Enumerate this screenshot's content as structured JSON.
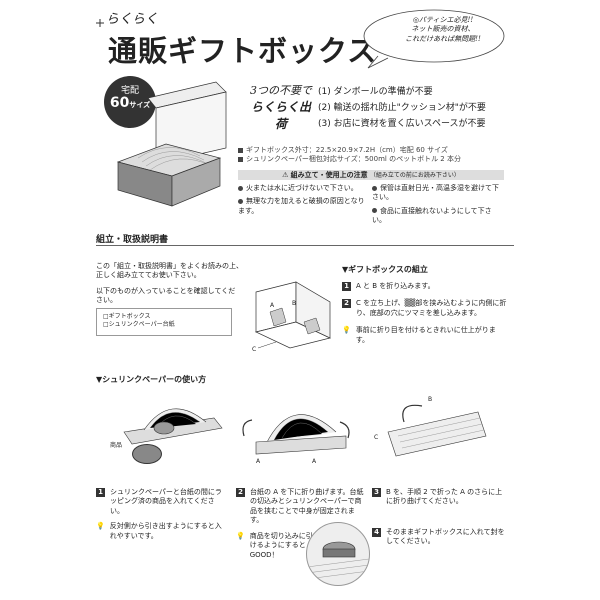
{
  "header": {
    "subtitle": "らくらく",
    "title": "通販ギフトボックス",
    "bubble_lines": [
      "◎パティシエ必見!!",
      "ネット販売の資材、",
      "これだけあれば無問題!!"
    ]
  },
  "badge": {
    "line1": "宅配",
    "line2": "60",
    "line3": "サイズ"
  },
  "catch": {
    "line1": "3つの不要で",
    "line2": "らくらく出荷"
  },
  "points": [
    {
      "num": "(1)",
      "text": "ダンボールの準備が不要"
    },
    {
      "num": "(2)",
      "text": "輸送の揺れ防止\"クッション材\"が不要"
    },
    {
      "num": "(3)",
      "text": "お店に資材を置く広いスペースが不要"
    }
  ],
  "specs": [
    "ギフトボックス外寸：22.5×20.9×7.2H（cm）宅配 60 サイズ",
    "シュリンクペーパー梱包対応サイズ：500ml のペットボトル 2 本分"
  ],
  "caution": {
    "title": "組み立て・使用上の注意",
    "note": "（組み立ての前にお読み下さい）",
    "items": [
      "火または水に近づけないで下さい。",
      "保管は直射日光・高温多湿を避けて下さい。",
      "無理な力を加えると破損の原因となります。",
      "食品に直接触れないようにして下さい。"
    ]
  },
  "assembly": {
    "heading": "組立・取扱説明書",
    "intro": [
      "この「組立・取扱説明書」をよくお読みの上、",
      "正しく組み立ててお使い下さい。"
    ],
    "check": [
      "以下のものが入っていることを確認してくだ",
      "さい。"
    ],
    "contents": [
      "□ギフトボックス",
      "□シュリンクペーパー台紙"
    ],
    "box_title": "▼ギフトボックスの組立",
    "diagram_labels": {
      "a": "A",
      "b": "B",
      "c": "C"
    },
    "steps": [
      {
        "num": "1",
        "text": "A と B を折り込みます。"
      },
      {
        "num": "2",
        "text": "C を立ち上げ、▒▒部を挟み込むように内側に折り、底部の穴にツマミを差し込みます。"
      }
    ],
    "tip": "事前に折り目を付けるときれいに仕上がります。"
  },
  "shrink": {
    "title": "▼シュリンクペーパーの使い方",
    "product_label": "商品",
    "diagram_labels": {
      "a1": "A",
      "a2": "A",
      "b": "B",
      "c": "C"
    },
    "step1": {
      "num": "1",
      "text": "シュリンクペーパーと台紙の間にラッピング済の商品を入れてください。"
    },
    "step1_tip": "反対側から引き出すようにすると入れやすいです。",
    "step2": {
      "num": "2",
      "text": "台紙の A を下に折り曲げます。台紙の切込みとシュリンクペーパーで商品を挟むことで中身が固定されます。"
    },
    "step2_tip": "商品を切り込みに引っかけるようにするとGOOD！",
    "step3": {
      "num": "3",
      "text": "B を、手順 2 で折った A のさらに上に折り曲げてください。"
    },
    "step4": {
      "num": "4",
      "text": "そのままギフトボックスに入れて封をしてください。"
    }
  }
}
